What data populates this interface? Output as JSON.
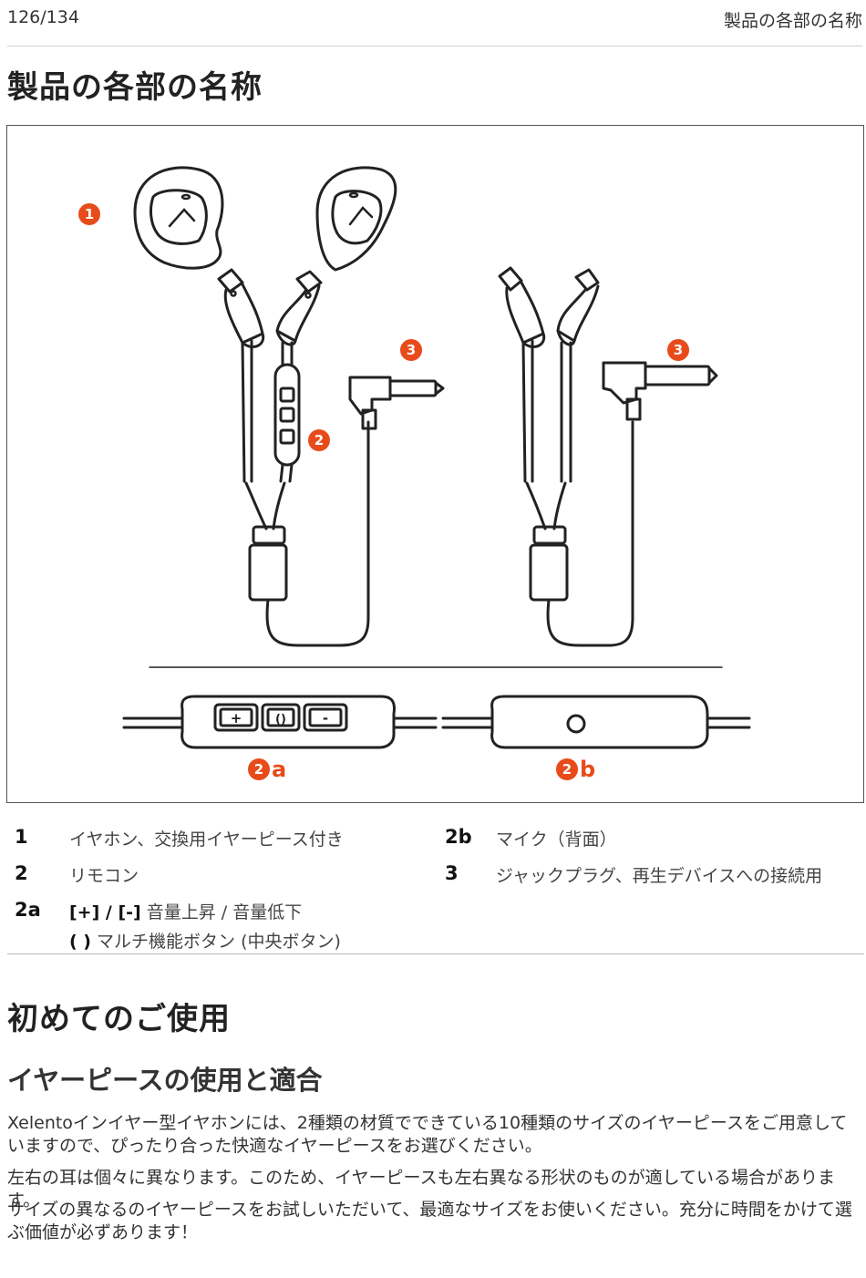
{
  "header": {
    "page_number": "126/134",
    "section": "製品の各部の名称"
  },
  "title": "製品の各部の名称",
  "figure": {
    "callouts": {
      "c1": "1",
      "c2": "2",
      "c3a": "3",
      "c3b": "3",
      "c2a": "2",
      "c2a_suffix": "a",
      "c2b": "2",
      "c2b_suffix": "b"
    },
    "remote_buttons": {
      "plus": "+",
      "multi": "()",
      "minus": "-"
    },
    "colors": {
      "accent": "#e84b1a",
      "line": "#222222",
      "fill": "#ffffff"
    }
  },
  "legend": {
    "items": [
      {
        "num": "1",
        "text": "イヤホン、交換用イヤーピース付き"
      },
      {
        "num": "2",
        "text": "リモコン"
      },
      {
        "num": "2a",
        "line1_bold": "[+] / [-]",
        "line1_text": " 音量上昇 / 音量低下",
        "line2_bold": "( )",
        "line2_text": " マルチ機能ボタン (中央ボタン)"
      },
      {
        "num": "2b",
        "text": "マイク（背面）"
      },
      {
        "num": "3",
        "text": "ジャックプラグ、再生デバイスへの接続用"
      }
    ]
  },
  "section_title": "初めてのご使用",
  "subsection_title": "イヤーピースの使用と適合",
  "paragraphs": [
    "Xelentoインイヤー型イヤホンには、2種類の材質でできている10種類のサイズのイヤーピースをご用意していますので、ぴったり合った快適なイヤーピースをお選びください。",
    "左右の耳は個々に異なります。このため、イヤーピースも左右異なる形状のものが適している場合があります。",
    "サイズの異なるのイヤーピースをお試しいただいて、最適なサイズをお使いください。充分に時間をかけて選ぶ価値が必ずあります！"
  ]
}
